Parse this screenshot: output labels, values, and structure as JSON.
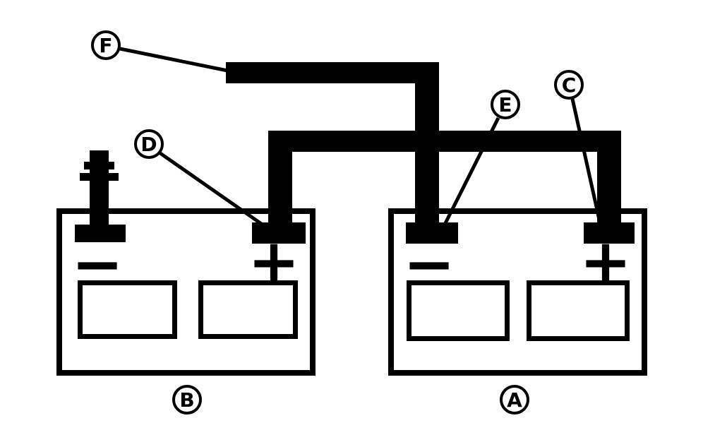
{
  "diagram": {
    "background_color": "#ffffff",
    "line_color": "#000000",
    "callouts": {
      "f": "F",
      "e": "E",
      "c": "C",
      "d": "D",
      "b": "B",
      "a": "A"
    },
    "batteries": {
      "left": {
        "callout": "B",
        "negative_symbol": "−",
        "positive_symbol": "+"
      },
      "right": {
        "callout": "A",
        "negative_symbol": "−",
        "positive_symbol": "+"
      }
    }
  }
}
